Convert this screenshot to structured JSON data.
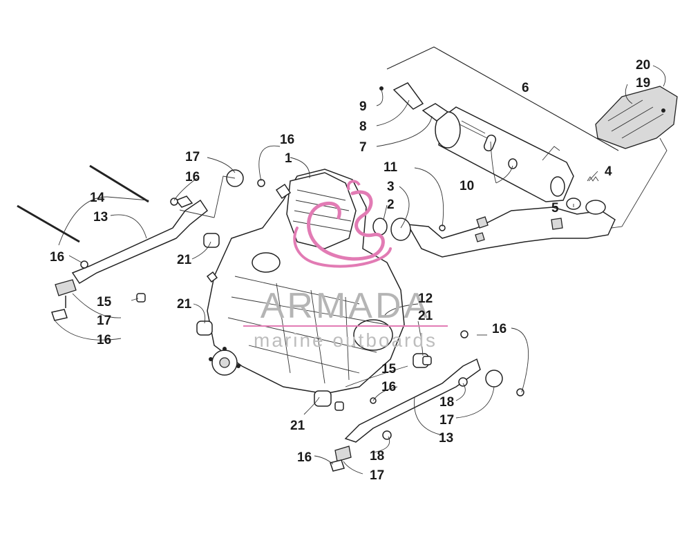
{
  "watermark": {
    "brand": "ARMADA",
    "tagline": "marine outboards",
    "logo_color": "#e27bb4"
  },
  "callouts": [
    "1",
    "2",
    "3",
    "4",
    "5",
    "6",
    "7",
    "8",
    "9",
    "10",
    "11",
    "12",
    "13",
    "13",
    "14",
    "15",
    "15",
    "16",
    "16",
    "16",
    "16",
    "16",
    "16",
    "17",
    "17",
    "17",
    "17",
    "18",
    "18",
    "19",
    "20",
    "21",
    "21",
    "21",
    "21"
  ]
}
